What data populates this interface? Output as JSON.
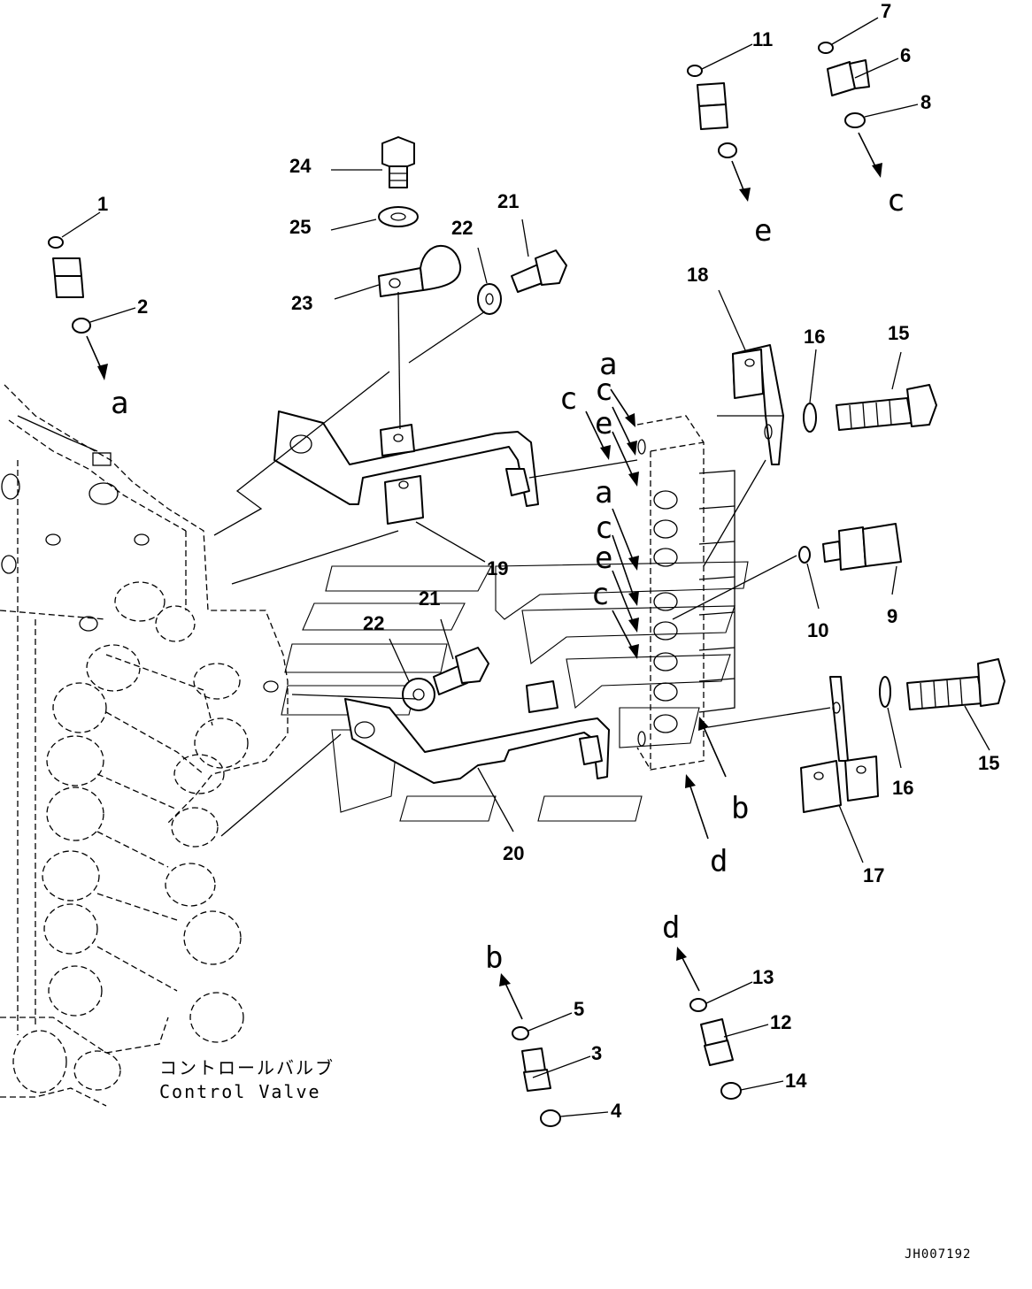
{
  "drawing_code": "JH007192",
  "caption": {
    "jp": "コントロールバルブ",
    "en": "Control Valve"
  },
  "callouts": {
    "c1": "1",
    "c2": "2",
    "c3": "3",
    "c4": "4",
    "c5": "5",
    "c6": "6",
    "c7": "7",
    "c8": "8",
    "c9": "9",
    "c10": "10",
    "c11": "11",
    "c12": "12",
    "c13": "13",
    "c14": "14",
    "c15a": "15",
    "c15b": "15",
    "c16a": "16",
    "c16b": "16",
    "c17": "17",
    "c18": "18",
    "c19": "19",
    "c20": "20",
    "c21a": "21",
    "c21b": "21",
    "c22a": "22",
    "c22b": "22",
    "c23": "23",
    "c24": "24",
    "c25": "25"
  },
  "port_letters": {
    "a_from1": "a",
    "c_from6": "c",
    "e_from11": "e",
    "b_from3": "b",
    "d_from12": "d",
    "block_a1": "a",
    "block_c1": "c",
    "block_c2": "c",
    "block_e1": "e",
    "block_a2": "a",
    "block_c3": "c",
    "block_e2": "e",
    "block_c4": "c",
    "block_b": "b",
    "block_d": "d"
  }
}
